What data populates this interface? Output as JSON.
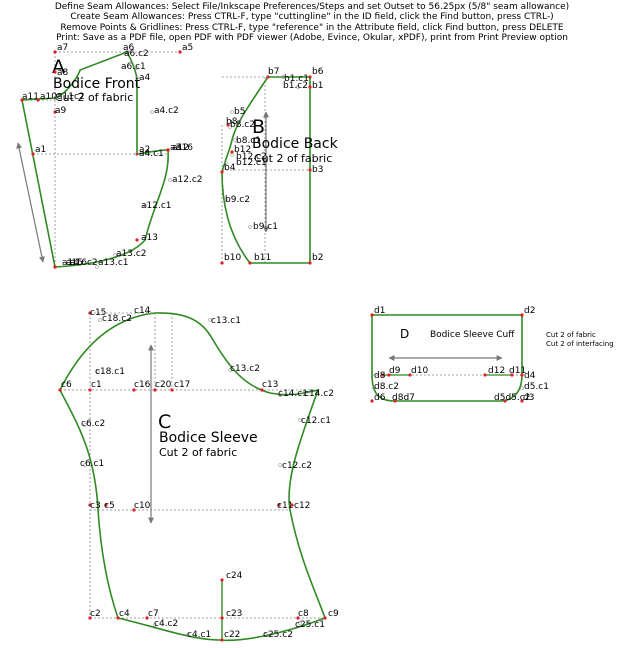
{
  "instructions": [
    "Define Seam Allowances: Select File/Inkscape Preferences/Steps and set Outset to 56.25px (5/8\" seam allowance)",
    "Create Seam Allowances: Press CTRL-F, type \"cuttingline\" in the ID field, click the Find button, press CTRL-)",
    "Remove Points & Gridlines: Press CTRL-F, type \"reference\" in the Attribute field, click Find button, press DELETE",
    "Print: Save as a PDF file, open PDF with PDF viewer (Adobe, Evince, Okular, xPDF), print from Print Preview option"
  ],
  "colors": {
    "cutting_line": "#2e8b22",
    "grid_line": "#888888",
    "point": "#dd2222",
    "grainline": "#777777"
  },
  "pieces": {
    "front": {
      "letter": "A",
      "title": "Bodice Front",
      "subtitle": "Cut 2 of fabric"
    },
    "back": {
      "letter": "B",
      "title": "Bodice Back",
      "subtitle": "Cut 2 of fabric"
    },
    "sleeve": {
      "letter": "C",
      "title": "Bodice Sleeve",
      "subtitle": "Cut 2 of fabric"
    },
    "cuff": {
      "letter": "D",
      "title": "Bodice Sleeve Cuff",
      "note1": "Cut 2 of fabric",
      "note2": "Cut 2 of interfacing"
    }
  },
  "point_labels": [
    "a7",
    "a6",
    "a6.c2",
    "a5",
    "a8",
    "a6.c1",
    "a4",
    "a11",
    "a10",
    "a11c2",
    "a9",
    "a4.c2",
    "a1",
    "a2",
    "a4.c1",
    "a3",
    "a12",
    "a16",
    "a12.c2",
    "a12.c1",
    "a13",
    "a13.c2",
    "a14",
    "a15",
    "a16c2",
    "a13.c1",
    "b7",
    "b6",
    "b1.c1",
    "b1.c2",
    "b1",
    "b5",
    "b8",
    "b8.c2",
    "b8.c1",
    "b12",
    "b12.c2",
    "b12.c1",
    "b3",
    "b4",
    "b9.c2",
    "b9.c1",
    "b10",
    "b11",
    "b2",
    "c15",
    "c18.c2",
    "c14",
    "c13.c1",
    "c18.c1",
    "c13.c2",
    "c6",
    "c1",
    "c16",
    "c20",
    "c17",
    "c13",
    "c14.c1",
    "c14.c2",
    "c6.c2",
    "c12.c1",
    "c6.c1",
    "c12.c2",
    "c3",
    "c5",
    "c10",
    "c11",
    "c12",
    "c24",
    "c2",
    "c4",
    "c7",
    "c23",
    "c8",
    "c9",
    "c4.c2",
    "c25.c1",
    "c4.c1",
    "c22",
    "c25.c2",
    "d1",
    "d2",
    "d8",
    "d9",
    "d10",
    "d12",
    "d11",
    "d4",
    "d8.c2",
    "d5.c1",
    "d6",
    "d8d7",
    "d5d5.c2",
    "d3"
  ]
}
